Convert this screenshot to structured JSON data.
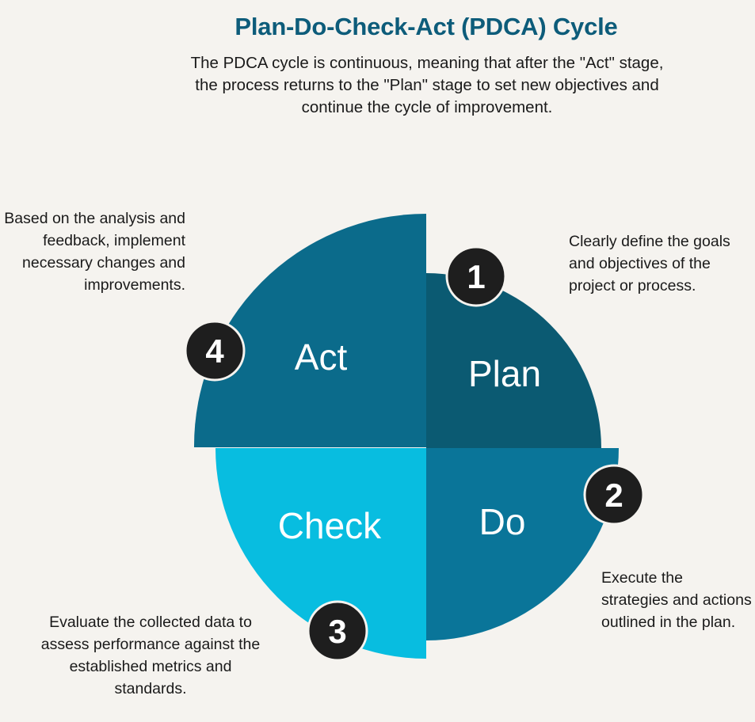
{
  "title": "Plan-Do-Check-Act (PDCA) Cycle",
  "subtitle": "The PDCA cycle is continuous, meaning that after the \"Act\" stage, the process returns to the \"Plan\" stage to set new objectives and continue the cycle of improvement.",
  "colors": {
    "background": "#f5f3ef",
    "title": "#0d5c7a",
    "plan": "#0b5a72",
    "do": "#0a7599",
    "check": "#08bde0",
    "act": "#0b6b8b",
    "badge": "#1e1e1e"
  },
  "stages": {
    "plan": {
      "number": "1",
      "label": "Plan",
      "description": "Clearly define the goals and objectives of the project or process."
    },
    "do": {
      "number": "2",
      "label": "Do",
      "description": "Execute the strategies and actions outlined in the plan."
    },
    "check": {
      "number": "3",
      "label": "Check",
      "description": "Evaluate the collected data to assess performance against the established metrics and standards."
    },
    "act": {
      "number": "4",
      "label": "Act",
      "description": "Based on the analysis and feedback, implement necessary changes and improvements."
    }
  }
}
